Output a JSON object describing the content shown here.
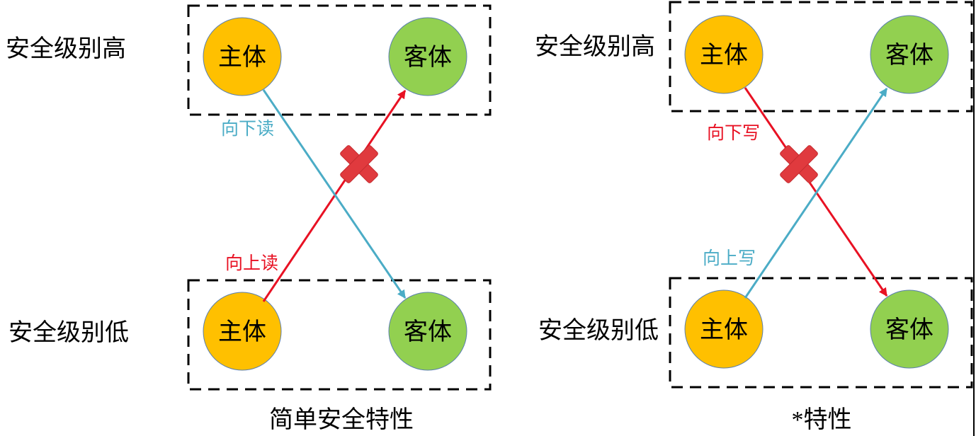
{
  "colors": {
    "subject": "#FFC000",
    "object": "#92D050",
    "arrow_red": "#E81123",
    "arrow_blue": "#4BACC6",
    "cross": "#E03A3E",
    "frame": "#000000"
  },
  "levels": {
    "high": "安全级别高",
    "low": "安全级别低"
  },
  "nodes": {
    "subject": "主体",
    "object": "客体"
  },
  "left": {
    "read_down": "向下读",
    "read_up": "向上读",
    "caption": "简单安全特性"
  },
  "right": {
    "write_down": "向下写",
    "write_up": "向上写",
    "caption": "*特性"
  },
  "icons": {
    "forbidden": "cross-mark-icon"
  }
}
